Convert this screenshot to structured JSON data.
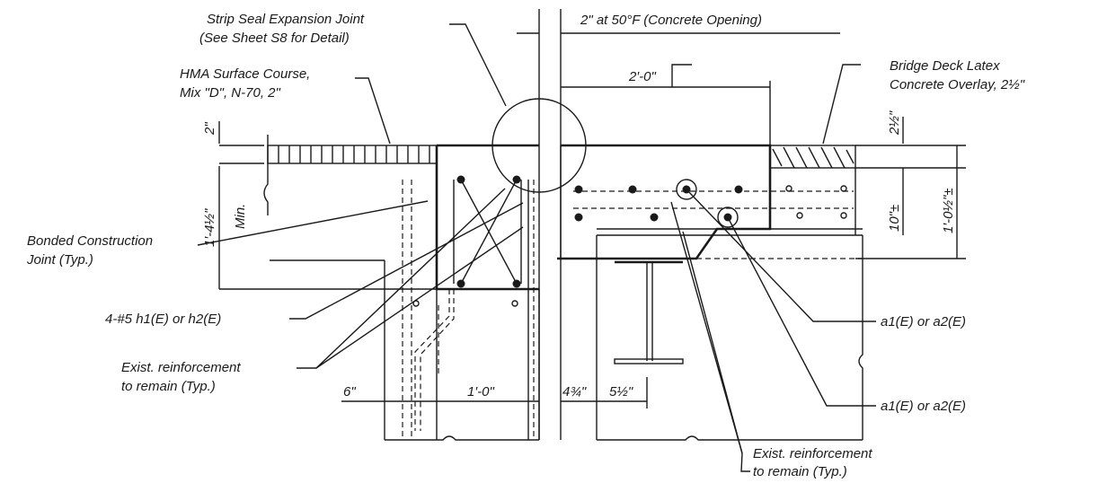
{
  "labels": {
    "strip_seal_1": "Strip Seal Expansion Joint",
    "strip_seal_2": "(See Sheet S8 for Detail)",
    "opening": "2\" at 50°F (Concrete Opening)",
    "hma_1": "HMA Surface Course,",
    "hma_2": "Mix \"D\", N-70, 2\"",
    "overlay_1": "Bridge Deck Latex",
    "overlay_2": "Concrete Overlay, 2½\"",
    "dim_2ft": "2′-0\"",
    "dim_2in": "2\"",
    "dim_2half": "2½\"",
    "dim_1ft4half": "1′-4½\"",
    "min": "Min.",
    "dim_10": "10\"±",
    "dim_1ft0half": "1′-0½\"±",
    "bonded_1": "Bonded Construction",
    "bonded_2": "Joint (Typ.)",
    "bars": "4-#5 h1(E) or h2(E)",
    "exist_left_1": "Exist. reinforcement",
    "exist_left_2": "to remain (Typ.)",
    "dim_6": "6\"",
    "dim_1ft0": "1′-0\"",
    "dim_4_3_4": "4¾\"",
    "dim_5half": "5½\"",
    "a1_upper": "a1(E) or a2(E)",
    "a1_lower": "a1(E) or a2(E)",
    "exist_right_1": "Exist. reinforcement",
    "exist_right_2": "to remain (Typ.)"
  }
}
